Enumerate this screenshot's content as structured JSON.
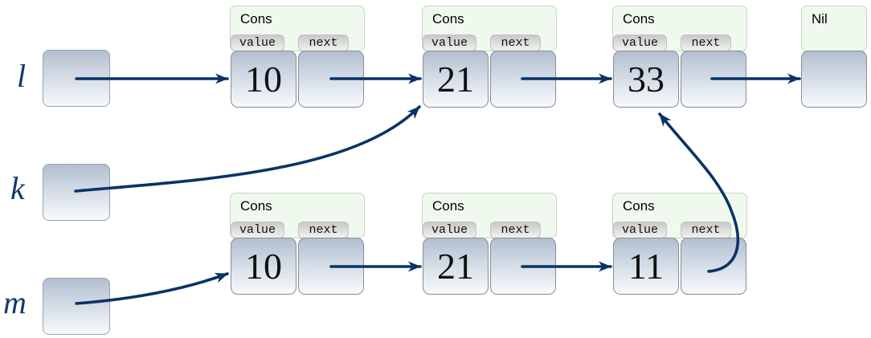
{
  "variables": {
    "l": {
      "label": "l"
    },
    "k": {
      "label": "k"
    },
    "m": {
      "label": "m"
    }
  },
  "field_labels": {
    "value": "value",
    "next": "next"
  },
  "nodes": {
    "top1": {
      "title": "Cons",
      "value": "10"
    },
    "top2": {
      "title": "Cons",
      "value": "21"
    },
    "top3": {
      "title": "Cons",
      "value": "33"
    },
    "top_nil": {
      "title": "Nil"
    },
    "bottom1": {
      "title": "Cons",
      "value": "10"
    },
    "bottom2": {
      "title": "Cons",
      "value": "21"
    },
    "bottom3": {
      "title": "Cons",
      "value": "11"
    }
  },
  "pointers": [
    {
      "from": "l",
      "to": "top-cons-10"
    },
    {
      "from": "top-cons-10.next",
      "to": "top-cons-21"
    },
    {
      "from": "top-cons-21.next",
      "to": "top-cons-33"
    },
    {
      "from": "top-cons-33.next",
      "to": "nil"
    },
    {
      "from": "k",
      "to": "top-cons-21"
    },
    {
      "from": "m",
      "to": "bottom-cons-10"
    },
    {
      "from": "bottom-cons-10.next",
      "to": "bottom-cons-21"
    },
    {
      "from": "bottom-cons-21.next",
      "to": "bottom-cons-11"
    },
    {
      "from": "bottom-cons-11.next",
      "to": "top-cons-33"
    }
  ],
  "colors": {
    "arrow": "#0a3366",
    "variable_text": "#14386e",
    "node_header_bg": "#f0f9ee",
    "cell_gradient_top": "#b2bfd0",
    "cell_gradient_bottom": "#f8fbfd",
    "tab_gradient_top": "#c9c9c9",
    "tab_gradient_bottom": "#f1f1f1"
  }
}
